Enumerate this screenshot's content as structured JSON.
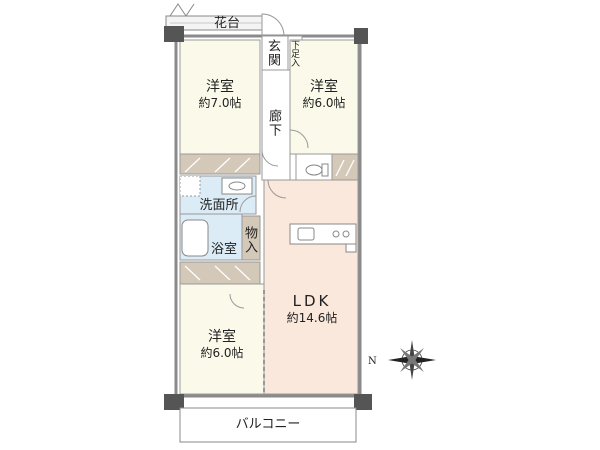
{
  "rooms": {
    "western_1": {
      "name": "洋室",
      "size": "約7.0帖"
    },
    "western_2": {
      "name": "洋室",
      "size": "約6.0帖"
    },
    "western_3": {
      "name": "洋室",
      "size": "約6.0帖"
    },
    "ldk": {
      "name": "LDK",
      "size": "約14.6帖"
    },
    "entrance": {
      "name": "玄関"
    },
    "shoe_storage": {
      "name": "下足入"
    },
    "hallway": {
      "name": "廊下"
    },
    "washroom": {
      "name": "洗面所"
    },
    "bathroom": {
      "name": "浴室"
    },
    "storage": {
      "name": "物入"
    },
    "flower_bed": {
      "name": "花台"
    },
    "balcony": {
      "name": "バルコニー"
    }
  },
  "compass": {
    "label": "N"
  },
  "colors": {
    "wall": "#8a8a8a",
    "dark_wall": "#555555",
    "room_fill": "#fbfaea",
    "ldk_fill": "#fbe8dc",
    "wet_fill": "#dcecf7",
    "closet_fill": "#d4c8b8"
  }
}
